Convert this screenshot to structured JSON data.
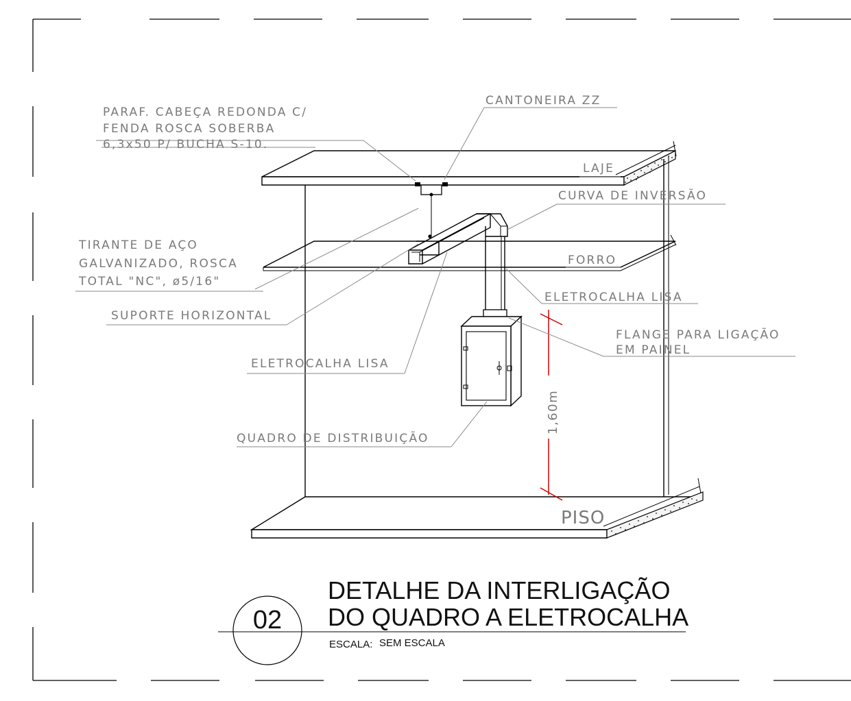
{
  "labels": {
    "parafuso": [
      "PARAF. CABEÇA REDONDA C/",
      "FENDA ROSCA SOBERBA",
      "6,3x50 P/ BUCHA S-10."
    ],
    "cantoneira": "CANTONEIRA ZZ",
    "laje": "LAJE",
    "curva": "CURVA DE INVERSÃO",
    "tirante": [
      "TIRANTE DE AÇO",
      "GALVANIZADO, ROSCA",
      "TOTAL \"NC\", ø5/16\""
    ],
    "forro": "FORRO",
    "eletrocalha_right": "ELETROCALHA LISA",
    "suporte": "SUPORTE HORIZONTAL",
    "flange": [
      "FLANGE PARA LIGAÇÃO",
      "EM PAINEL"
    ],
    "eletrocalha_left": "ELETROCALHA LISA",
    "dimension": "1,60m",
    "quadro": "QUADRO DE DISTRIBUIÇÃO",
    "piso": "PISO"
  },
  "title_block": {
    "number": "02",
    "title_line1": "DETALHE DA INTERLIGAÇÃO",
    "title_line2": "DO QUADRO A ELETROCALHA",
    "scale_label": "ESCALA:",
    "scale_value": "SEM ESCALA"
  },
  "colors": {
    "line": "#000000",
    "leader": "#8a8a8a",
    "label": "#7a7a7a",
    "dimension": "#d40000"
  }
}
